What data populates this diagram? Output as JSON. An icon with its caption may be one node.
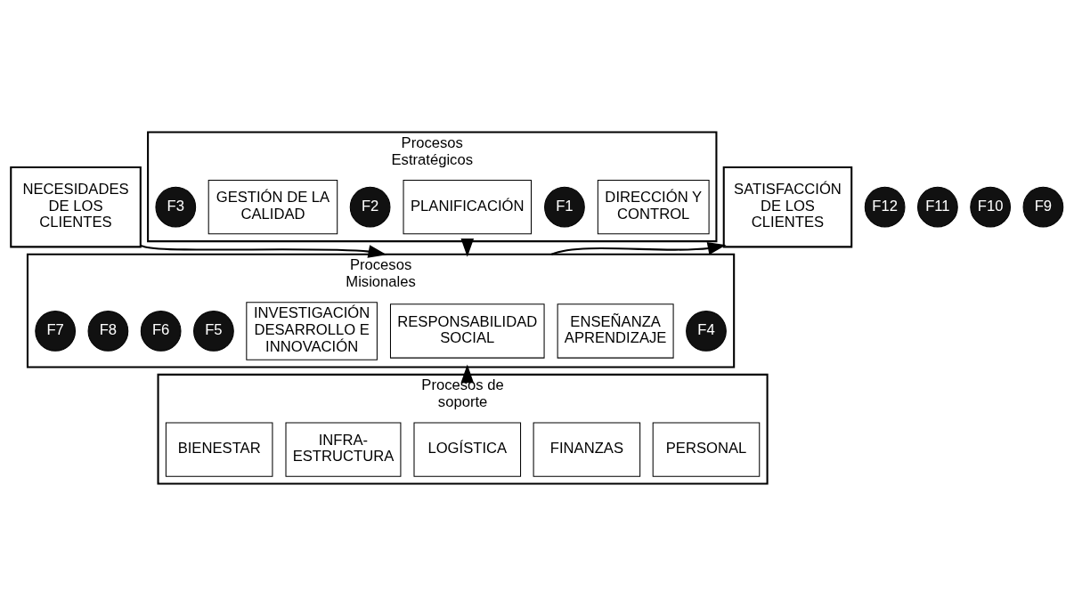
{
  "diagram": {
    "nodes": [
      {
        "text": [
          "NECESIDADES  DE LOS CLIENTES"
        ]
      },
      {
        "text": [
          "Procesos Estratégicos"
        ]
      },
      {
        "text": [
          "DIRECCIÓN Y CONTROL"
        ],
        "in": 1
      },
      {
        "text": [
          "F1"
        ],
        "in": 1
      },
      {
        "text": [
          "PLANIFICACIÓN"
        ],
        "in": 1
      },
      {
        "text": [
          "F2"
        ],
        "in": 1
      },
      {
        "text": [
          "GESTIÓN DE LA CALIDAD"
        ],
        "in": 1
      },
      {
        "text": [
          "F3"
        ],
        "in": 1
      },
      {
        "text": [
          "Procesos Misionales"
        ]
      },
      {
        "text": [
          "F4"
        ],
        "in": 8
      },
      {
        "text": [
          "ENSEÑANZA APRENDIZAJE"
        ],
        "in": 8
      },
      {
        "text": [
          "RESPONSABILIDAD SOCIAL"
        ],
        "in": 8
      },
      {
        "text": [
          "INVESTIGACIÓN DESARROLLO E INNOVACIÓN"
        ],
        "in": 8
      },
      {
        "text": [
          "F5"
        ],
        "in": 8
      },
      {
        "text": [
          "F6"
        ],
        "in": 8
      },
      {
        "text": [
          "F8"
        ],
        "in": 8
      },
      {
        "text": [
          "F7"
        ],
        "in": 8
      },
      {
        "text": [
          "F12"
        ]
      },
      {
        "text": [
          "SATISFACCIÓN DE LOS CLIENTES"
        ]
      },
      {
        "text": [
          "Procesos de soporte"
        ]
      },
      {
        "text": [
          "F11"
        ]
      },
      {
        "text": [
          "F10"
        ]
      },
      {
        "text": [
          "F9"
        ]
      },
      {
        "text": [
          "PERSONAL"
        ],
        "in": 19
      },
      {
        "text": [
          "FINANZAS"
        ],
        "in": 19
      },
      {
        "text": [
          "LOGÍSTICA"
        ],
        "in": 19
      },
      {
        "text": [
          "INFRA- ESTRUCTURA"
        ],
        "in": 19
      },
      {
        "text": [
          "BIENESTAR"
        ],
        "in": 19
      }
    ],
    "edges": [
      {
        "from": 1,
        "to": 8,
        "arrow": "to"
      },
      {
        "from": 0,
        "to": 8,
        "arrow": "to"
      },
      {
        "from": 8,
        "to": 18,
        "arrow": "to"
      },
      {
        "from": 19,
        "to": 8,
        "arrow": "to"
      }
    ]
  }
}
